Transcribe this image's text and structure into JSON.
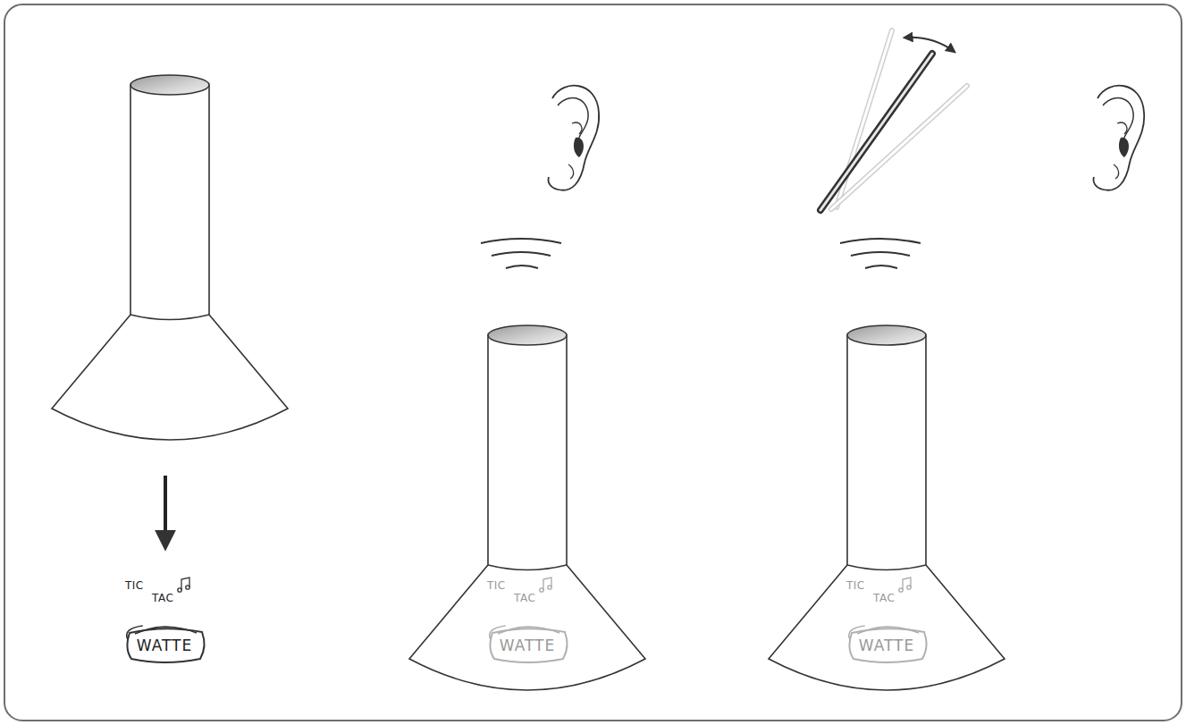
{
  "diagram": {
    "nodes": [
      {
        "text": [
          "WATTE"
        ]
      },
      {
        "text": [
          "WATTE"
        ]
      },
      {
        "text": [
          "WATTE"
        ]
      }
    ],
    "labels": [
      "TIC",
      "TAC",
      "TIC",
      "TAC",
      "TIC",
      "TAC"
    ]
  }
}
